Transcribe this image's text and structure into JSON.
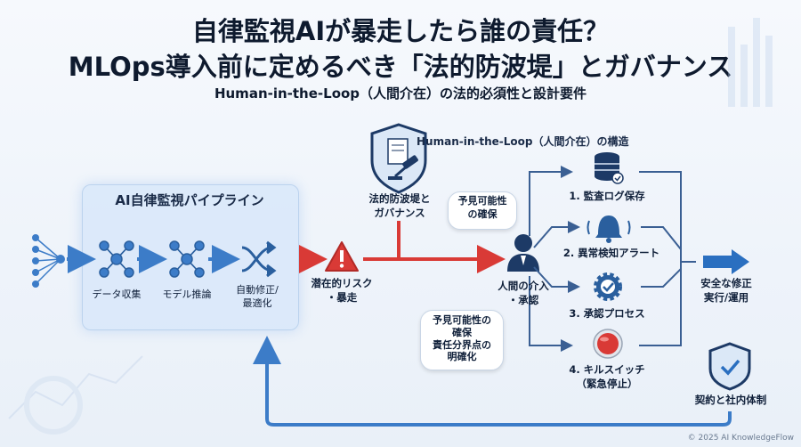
{
  "title": {
    "line1": "自律監視AIが暴走したら誰の責任？",
    "line2": "MLOps導入前に定めるべき「法的防波堤」とガバナンス",
    "subtitle": "Human-in-the-Loop（人間介在）の法的必須性と設計要件"
  },
  "pipeline": {
    "title": "AI自律監視パイプライン",
    "steps": [
      {
        "label": "データ収集",
        "icon": "network-icon"
      },
      {
        "label": "モデル推論",
        "icon": "network-icon"
      },
      {
        "label": "自動修正/\n最適化",
        "icon": "shuffle-icon"
      }
    ]
  },
  "risk": {
    "label": "潜在的リスク\n・暴走",
    "icon": "warning-icon"
  },
  "legal": {
    "label": "法的防波堤と\nガバナンス",
    "icon": "shield-gavel-icon"
  },
  "bubbles": {
    "top": "予見可能性\nの確保",
    "bottom": "予見可能性の\n確保\n責任分界点の\n明確化"
  },
  "hitl": {
    "title": "Human-in-the-Loop（人間介在）の構造",
    "human_label": "人間の介入\n・承認",
    "steps": [
      {
        "label": "1. 監査ログ保存",
        "icon": "database-icon"
      },
      {
        "label": "2. 異常検知アラート",
        "icon": "bell-icon"
      },
      {
        "label": "3. 承認プロセス",
        "icon": "gear-check-icon"
      },
      {
        "label": "4. キルスイッチ\n（緊急停止）",
        "icon": "kill-switch-icon"
      }
    ]
  },
  "output": {
    "label": "安全な修正\n実行/運用",
    "icon": "arrow-right-icon"
  },
  "contract": {
    "label": "契約と社内体制",
    "icon": "shield-check-icon"
  },
  "copyright": "© 2025 AI KnowledgeFlow",
  "colors": {
    "accent": "#2a6fc0",
    "danger": "#d93a36",
    "navy": "#1d3a66",
    "flow": "#3c7cc8"
  }
}
